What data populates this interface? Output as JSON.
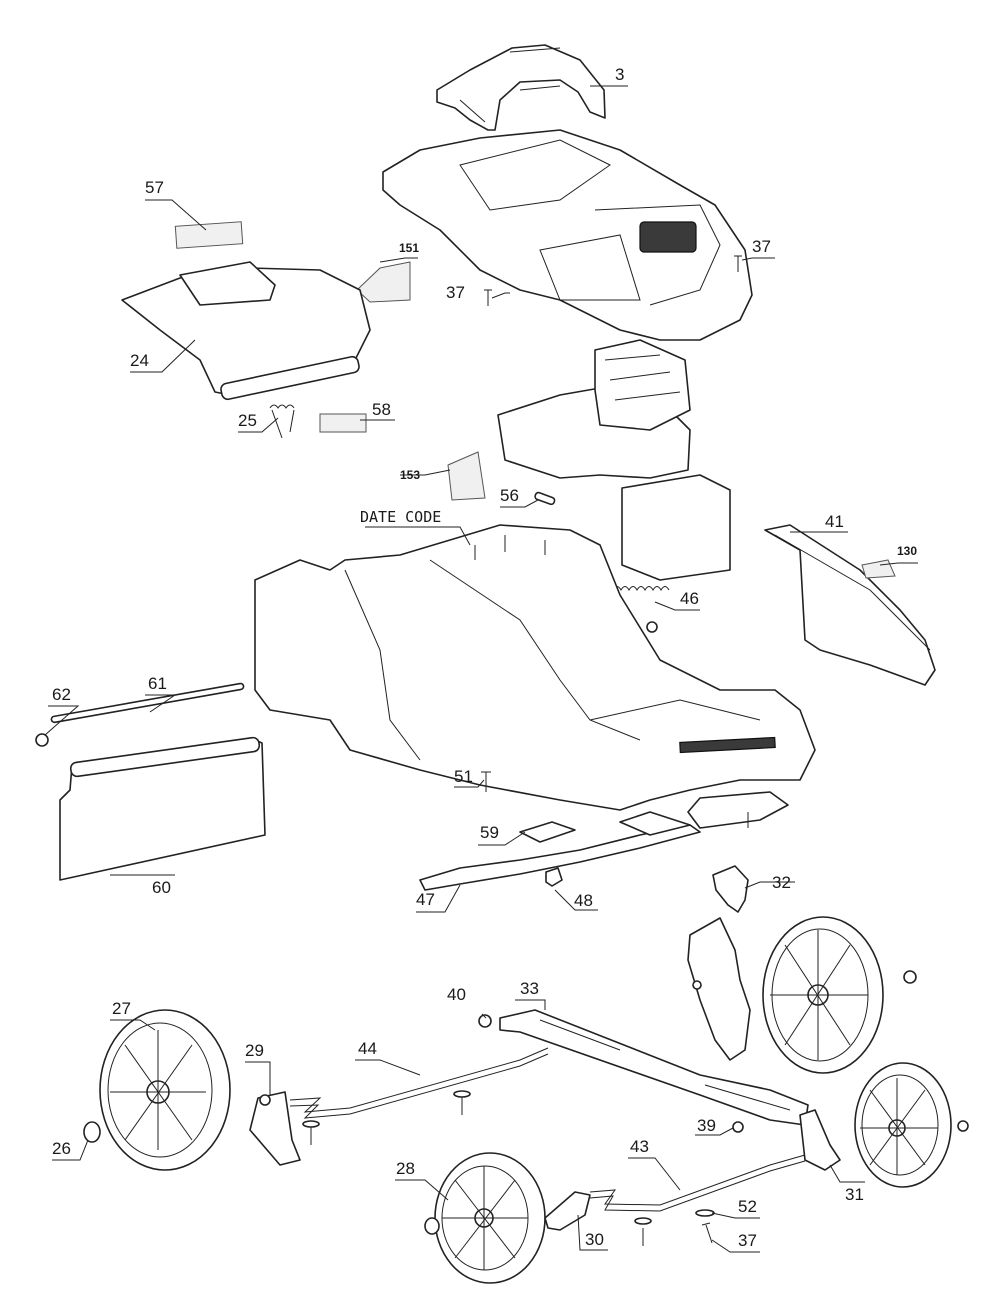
{
  "diagram": {
    "date_code_label": "DATE CODE",
    "callouts": {
      "c3": "3",
      "c57": "57",
      "c151": "151",
      "c37a": "37",
      "c37b": "37",
      "c24": "24",
      "c25": "25",
      "c58": "58",
      "c153": "153",
      "c56": "56",
      "c41": "41",
      "c130": "130",
      "c46": "46",
      "c62": "62",
      "c61": "61",
      "c51": "51",
      "c59": "59",
      "c60": "60",
      "c47": "47",
      "c48": "48",
      "c32": "32",
      "c40": "40",
      "c33": "33",
      "c27": "27",
      "c29": "29",
      "c44": "44",
      "c26": "26",
      "c39": "39",
      "c43": "43",
      "c31": "31",
      "c28": "28",
      "c30": "30",
      "c52": "52",
      "c37c": "37"
    }
  }
}
